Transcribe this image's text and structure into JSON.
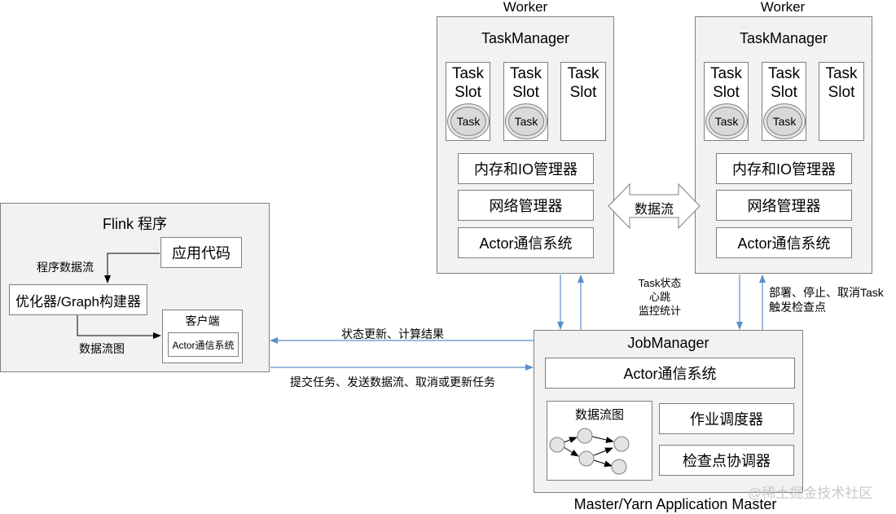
{
  "workers": [
    {
      "label": "Worker",
      "task_manager": "TaskManager",
      "slots": [
        {
          "line1": "Task",
          "line2": "Slot",
          "task": "Task"
        },
        {
          "line1": "Task",
          "line2": "Slot",
          "task": "Task"
        },
        {
          "line1": "Task",
          "line2": "Slot",
          "task": ""
        }
      ],
      "components": [
        "内存和IO管理器",
        "网络管理器",
        "Actor通信系统"
      ]
    },
    {
      "label": "Worker",
      "task_manager": "TaskManager",
      "slots": [
        {
          "line1": "Task",
          "line2": "Slot",
          "task": "Task"
        },
        {
          "line1": "Task",
          "line2": "Slot",
          "task": "Task"
        },
        {
          "line1": "Task",
          "line2": "Slot",
          "task": ""
        }
      ],
      "components": [
        "内存和IO管理器",
        "网络管理器",
        "Actor通信系统"
      ]
    }
  ],
  "dataflow_arrow": "数据流",
  "flink_program": {
    "title": "Flink 程序",
    "app_code": "应用代码",
    "program_dataflow": "程序数据流",
    "optimizer": "优化器/Graph构建器",
    "dataflow_graph": "数据流图",
    "client": "客户端",
    "client_actor": "Actor通信系统"
  },
  "arrows": {
    "status_update": "状态更新、计算结果",
    "submit": "提交任务、发送数据流、取消或更新任务",
    "heartbeat_lines": [
      "Task状态",
      "心跳",
      "监控统计"
    ],
    "deploy_lines": [
      "部署、停止、取消Task",
      "触发检查点"
    ]
  },
  "job_manager": {
    "title": "JobManager",
    "actor": "Actor通信系统",
    "dataflow_graph": "数据流图",
    "scheduler": "作业调度器",
    "checkpoint": "检查点协调器",
    "footer": "Master/Yarn Application Master"
  },
  "watermark": "@稀土掘金技术社区"
}
